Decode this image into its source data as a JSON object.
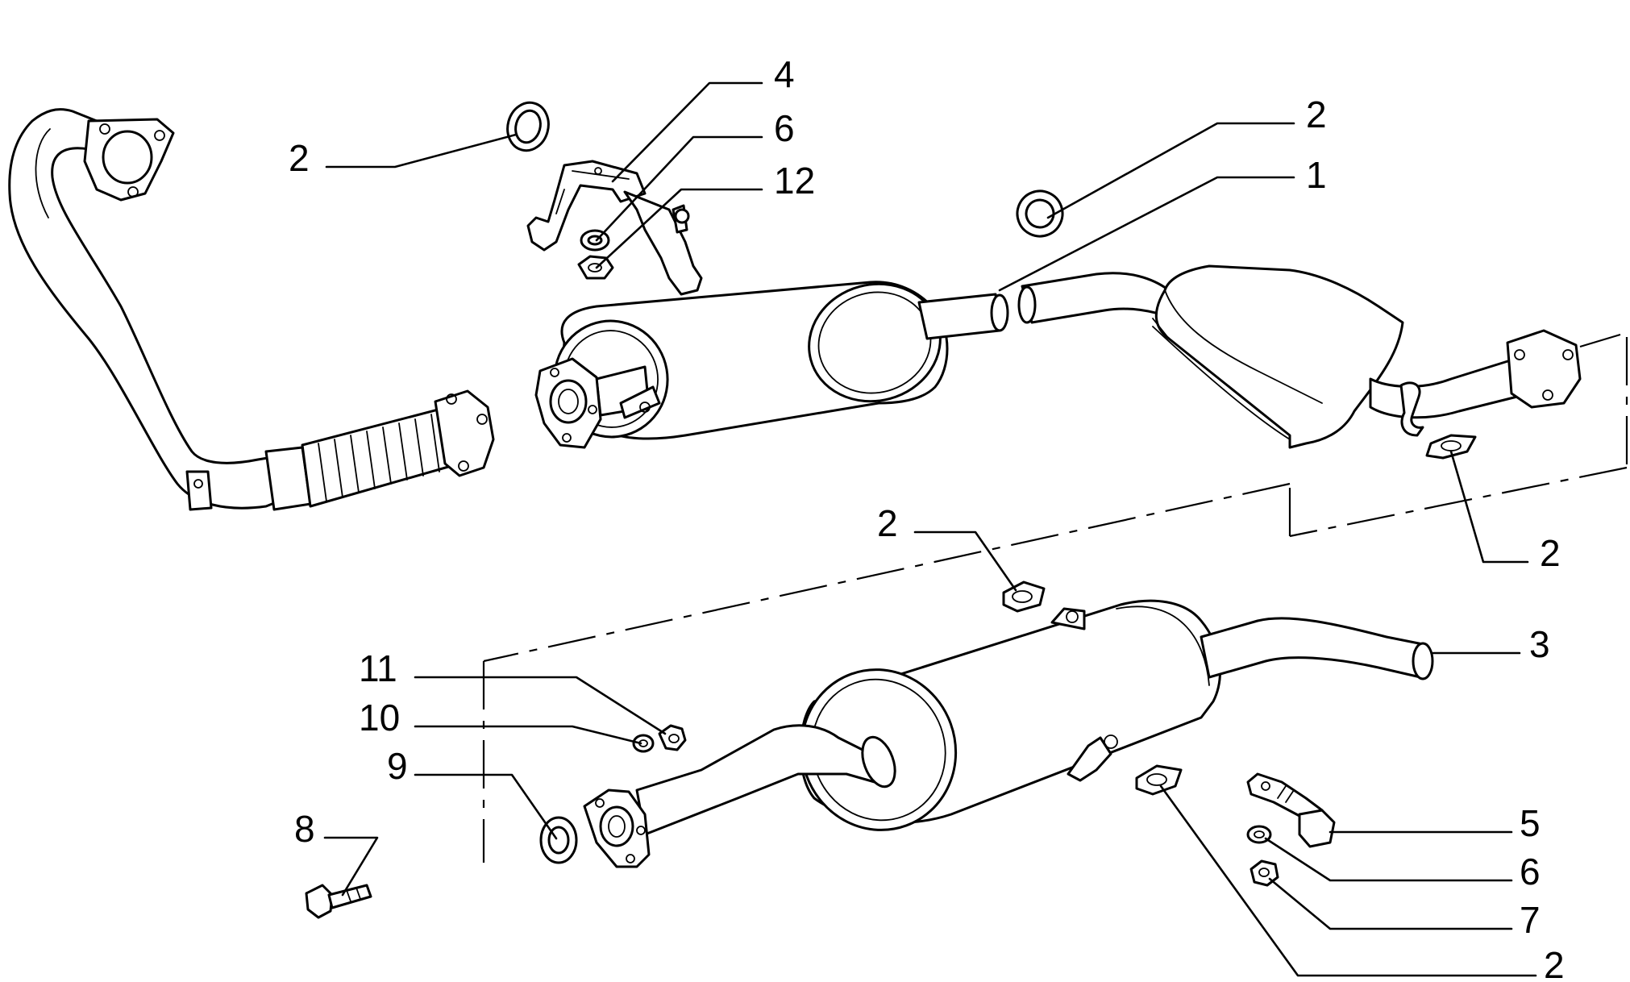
{
  "callouts": [
    {
      "id": "c-4",
      "text": "4"
    },
    {
      "id": "c-6a",
      "text": "6"
    },
    {
      "id": "c-12",
      "text": "12"
    },
    {
      "id": "c-2a",
      "text": "2"
    },
    {
      "id": "c-2b",
      "text": "2"
    },
    {
      "id": "c-1",
      "text": "1"
    },
    {
      "id": "c-2c",
      "text": "2"
    },
    {
      "id": "c-2d",
      "text": "2"
    },
    {
      "id": "c-3",
      "text": "3"
    },
    {
      "id": "c-11",
      "text": "11"
    },
    {
      "id": "c-10",
      "text": "10"
    },
    {
      "id": "c-9",
      "text": "9"
    },
    {
      "id": "c-8",
      "text": "8"
    },
    {
      "id": "c-5",
      "text": "5"
    },
    {
      "id": "c-6b",
      "text": "6"
    },
    {
      "id": "c-7",
      "text": "7"
    },
    {
      "id": "c-2e",
      "text": "2"
    }
  ]
}
